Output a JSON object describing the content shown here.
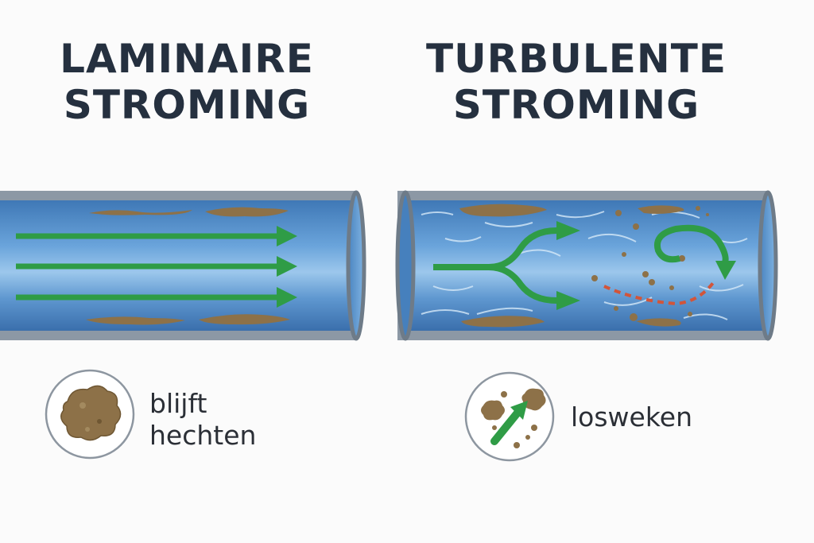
{
  "left": {
    "title_line1": "LAMINAIRE",
    "title_line2": "STROMING",
    "caption_line1": "blijft",
    "caption_line2": "hechten"
  },
  "right": {
    "title_line1": "TURBULENTE",
    "title_line2": "STROMING",
    "caption": "losweken"
  },
  "colors": {
    "title": "#25303f",
    "pipe_blue": "#4e8cc9",
    "pipe_wall": "#8c98a5",
    "flow_green": "#2f9c46",
    "deposit_brown": "#8d7148",
    "eddy_red": "#d2553a"
  },
  "icons": {
    "left": "deposit-clump-icon",
    "right": "loosening-particles-icon"
  }
}
